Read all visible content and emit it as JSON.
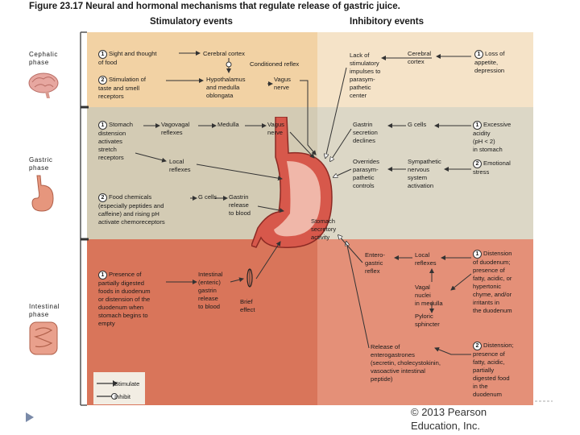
{
  "figure_title": "Figure 23.17 Neural and hormonal mechanisms that regulate release of gastric juice.",
  "columns": {
    "stimulatory": "Stimulatory events",
    "inhibitory": "Inhibitory events"
  },
  "phases": {
    "cephalic": "Cephalic\nphase",
    "gastric": "Gastric\nphase",
    "intestinal": "Intestinal\nphase"
  },
  "numbers": {
    "one": "1",
    "two": "2"
  },
  "cephalic": {
    "sight": "Sight and thought\nof food",
    "cortex": "Cerebral cortex",
    "conditioned": "Conditioned reflex",
    "stimulation": "Stimulation of\ntaste and smell\nreceptors",
    "hypothalamus": "Hypothalamus\nand medulla\noblongata",
    "vagus": "Vagus\nnerve",
    "lack": "Lack of\nstimulatory\nimpulses to\nparasym-\npathetic\ncenter",
    "inh_cortex": "Cerebral\ncortex",
    "loss": "Loss of\nappetite,\ndepression"
  },
  "gastric": {
    "distension": "Stomach\ndistension\nactivates\nstretch\nreceptors",
    "vagovagal": "Vagovagal\nreflexes",
    "medulla": "Medulla",
    "vagus": "Vagus\nnerve",
    "local": "Local\nreflexes",
    "food": "Food chemicals\n(especially peptides and\ncaffeine) and rising pH\nactivate chemoreceptors",
    "g_cells": "G cells",
    "gastrin_release": "Gastrin\nrelease\nto blood",
    "gastrin_declines": "Gastrin\nsecretion\ndeclines",
    "inh_g_cells": "G cells",
    "excessive": "Excessive\nacidity\n(pH < 2)\nin stomach",
    "overrides": "Overrides\nparasym-\npathetic\ncontrols",
    "sympathetic": "Sympathetic\nnervous\nsystem\nactivation",
    "emotional": "Emotional\nstress"
  },
  "stomach_label": "Stomach\nsecretory\nactivity",
  "intestinal": {
    "presence": "Presence of\npartially digested\nfoods in duodenum\nor distension of the\nduodenum when\nstomach begins to\nempty",
    "intestinal_gastrin": "Intestinal\n(enteric)\ngastrin\nrelease\nto blood",
    "brief": "Brief\neffect",
    "entero": "Entero-\ngastric\nreflex",
    "local": "Local\nreflexes",
    "vagal": "Vagal\nnuclei\nin medulla",
    "pyloric": "Pyloric\nsphincter",
    "release": "Release of\nenterogastrones\n(secretin, cholecystokinin,\nvasoactive intestinal\npeptide)",
    "distension1": "Distension\nof duodenum;\npresence of\nfatty, acidic, or\nhypertonic\nchyme, and/or\nirritants in\nthe duodenum",
    "distension2": "Distension;\npresence of\nfatty, acidic,\npartially\ndigested food\nin the\nduodenum"
  },
  "legend": {
    "stimulate": "Stimulate",
    "inhibit": "Inhibit"
  },
  "copyright": "© 2013 Pearson\nEducation, Inc.",
  "colors": {
    "cephalic_band": "#f2d2a4",
    "cephalic_inhibit": "#f5e3c8",
    "gastric_band": "#d3cbb4",
    "gastric_inhibit": "#dcd7c6",
    "intestinal_band": "#d9755a",
    "intestinal_inhibit": "#e49078"
  }
}
